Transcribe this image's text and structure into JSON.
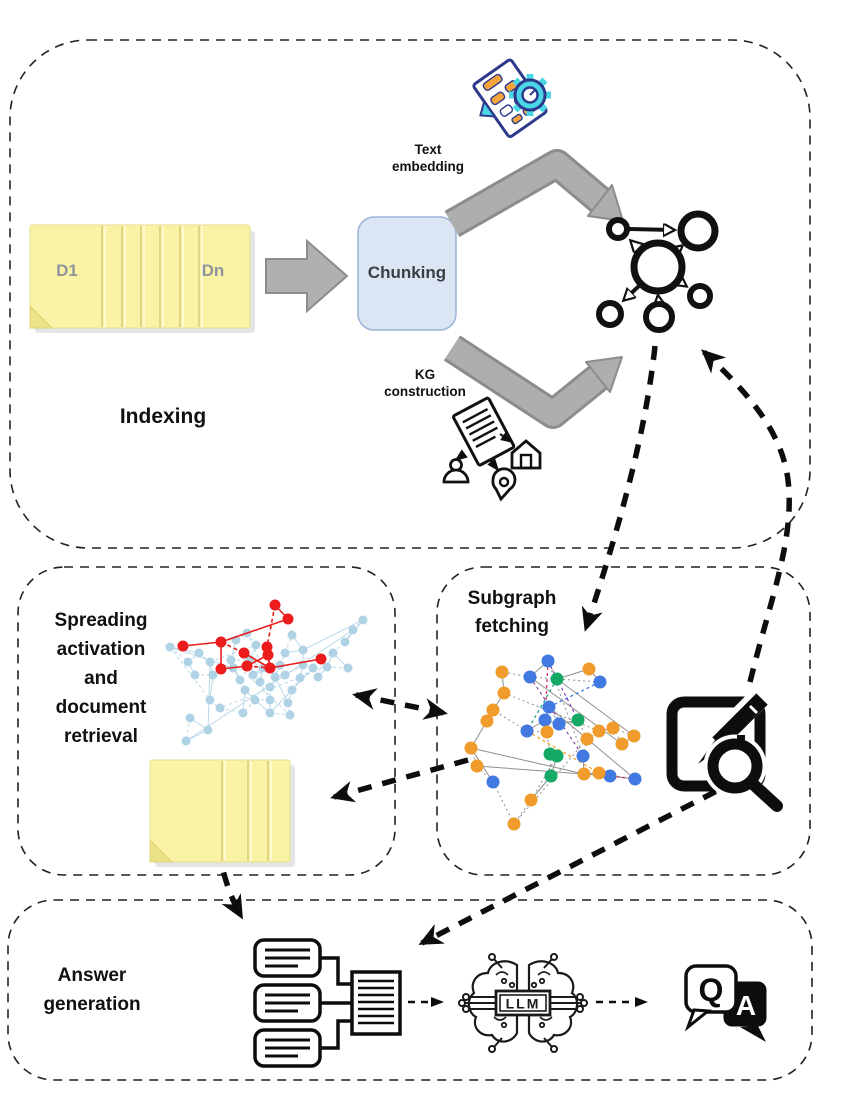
{
  "labels": {
    "indexing": "Indexing",
    "spreading": [
      "Spreading",
      "activation",
      "and",
      "document",
      "retrieval"
    ],
    "subgraph": [
      "Subgraph",
      "fetching"
    ],
    "answer": [
      "Answer",
      "generation"
    ],
    "text_embedding": [
      "Text",
      "embedding"
    ],
    "kg_construction": [
      "KG",
      "construction"
    ],
    "chunking": "Chunking",
    "doc_first": "D1",
    "doc_last": "Dn",
    "llm": "LLM",
    "question": "Q",
    "answer_letter": "A"
  },
  "colors": {
    "document_yellow": "#FAF3A6",
    "document_fold": "#ECE387",
    "chunking_fill": "#DBE5F3",
    "chunking_border": "#9CB4D8",
    "arrow_gray": "#AEAEAE",
    "arrow_gray_border": "#8C8C8C",
    "dashed_arrow_black": "#0D0D0D",
    "activation_node": "#AFD2E4",
    "activation_edge": "#B9D8E9",
    "activation_highlight": "#EC1C1C",
    "graph_node_blue": "#4179E1",
    "graph_node_orange": "#F09B2C",
    "graph_node_green": "#16A966",
    "embedding_icon_cyan": "#49D7E8",
    "embedding_icon_navy": "#2D3A8C",
    "embedding_icon_orange": "#F5A43C"
  },
  "icons": {
    "documents": "document-stack-icon",
    "embedding": "document-gear-icon",
    "kg_construction": "entity-extraction-icon",
    "knowledge_graph": "knowledge-graph-icon",
    "activation_graph": "activation-network-icon",
    "subgraph_graph": "subgraph-network-icon",
    "query": "query-edit-search-icon",
    "retrieved_documents": "document-stack-icon",
    "context": "context-merge-icon",
    "llm": "llm-brain-icon",
    "qa": "question-answer-icon"
  }
}
